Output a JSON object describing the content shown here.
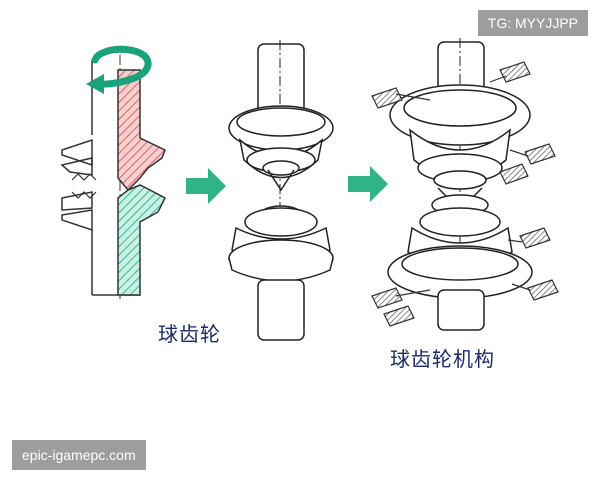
{
  "badges": {
    "tg": "TG: MYYJJPP",
    "site": "epic-igamepc.com"
  },
  "labels": {
    "ball_gear": "球齿轮",
    "ball_gear_mechanism": "球齿轮机构"
  },
  "colors": {
    "red_hatch": "#e78b8b",
    "teal_hatch": "#4fc9a8",
    "arrow_green": "#2fb387",
    "rotate_arrow": "#1aa27b",
    "line": "#333333",
    "caption": "#1b2a6b",
    "badge_bg": "#9d9d9d"
  },
  "icons": [
    "rotation-arrow-icon",
    "flow-arrow-icon"
  ]
}
